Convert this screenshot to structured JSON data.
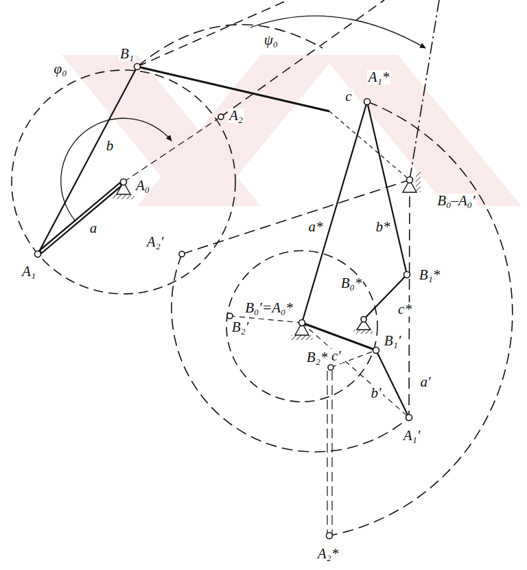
{
  "diagram": {
    "labels": [
      "φ₀",
      "B₁",
      "ψ₀",
      "A₁*",
      "A₂",
      "c",
      "b",
      "A₀",
      "a",
      "A₁",
      "B₀–A₀′",
      "a*",
      "b*",
      "B₀*",
      "B₁*",
      "c*",
      "A₂′",
      "B₀′=A₀*",
      "B₂′",
      "B₂*",
      "c′",
      "B₁′",
      "b′",
      "a′",
      "A₁′",
      "A₂*"
    ]
  }
}
